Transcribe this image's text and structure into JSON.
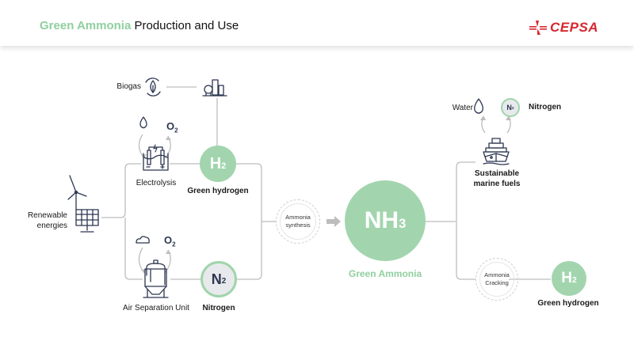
{
  "header": {
    "title_highlight": "Green Ammonia",
    "title_rest": " Production and Use",
    "logo_text": "CEPSA"
  },
  "colors": {
    "accent_green": "#a2d5ae",
    "title_green": "#8fcf9f",
    "brand_red": "#d7262e",
    "icon_navy": "#2c3650",
    "connector_gray": "#b5b5b5"
  },
  "inputs": {
    "renewable": "Renewable\nenergies",
    "biogas": "Biogas",
    "electrolysis": "Electrolysis",
    "asu": "Air Separation Unit",
    "o2": "O",
    "o2_sub": "2"
  },
  "nodes": {
    "h2": {
      "symbol": "H",
      "sub": "2",
      "label": "Green hydrogen"
    },
    "n2": {
      "symbol": "N",
      "sub": "2",
      "label": "Nitrogen"
    },
    "synthesis": {
      "line1": "Ammonia",
      "line2": "synthesis"
    },
    "nh3": {
      "symbol": "NH",
      "sub": "3",
      "label": "Green Ammonia"
    },
    "cracking": {
      "line1": "Ammonia",
      "line2": "Cracking"
    },
    "h2_out": {
      "symbol": "H",
      "sub": "2",
      "label": "Green hydrogen"
    }
  },
  "outputs": {
    "marine_line1": "Sustainable",
    "marine_line2": "marine fuels",
    "water": "Water",
    "n2_small": {
      "symbol": "N",
      "sub": "2",
      "label": "Nitrogen"
    }
  },
  "icons": [
    "wind-solar-icon",
    "biogas-cycle-icon",
    "refinery-icon",
    "water-drop-icon",
    "electrolyzer-icon",
    "cloud-icon",
    "asu-tank-icon",
    "ship-icon",
    "logo-icon"
  ]
}
